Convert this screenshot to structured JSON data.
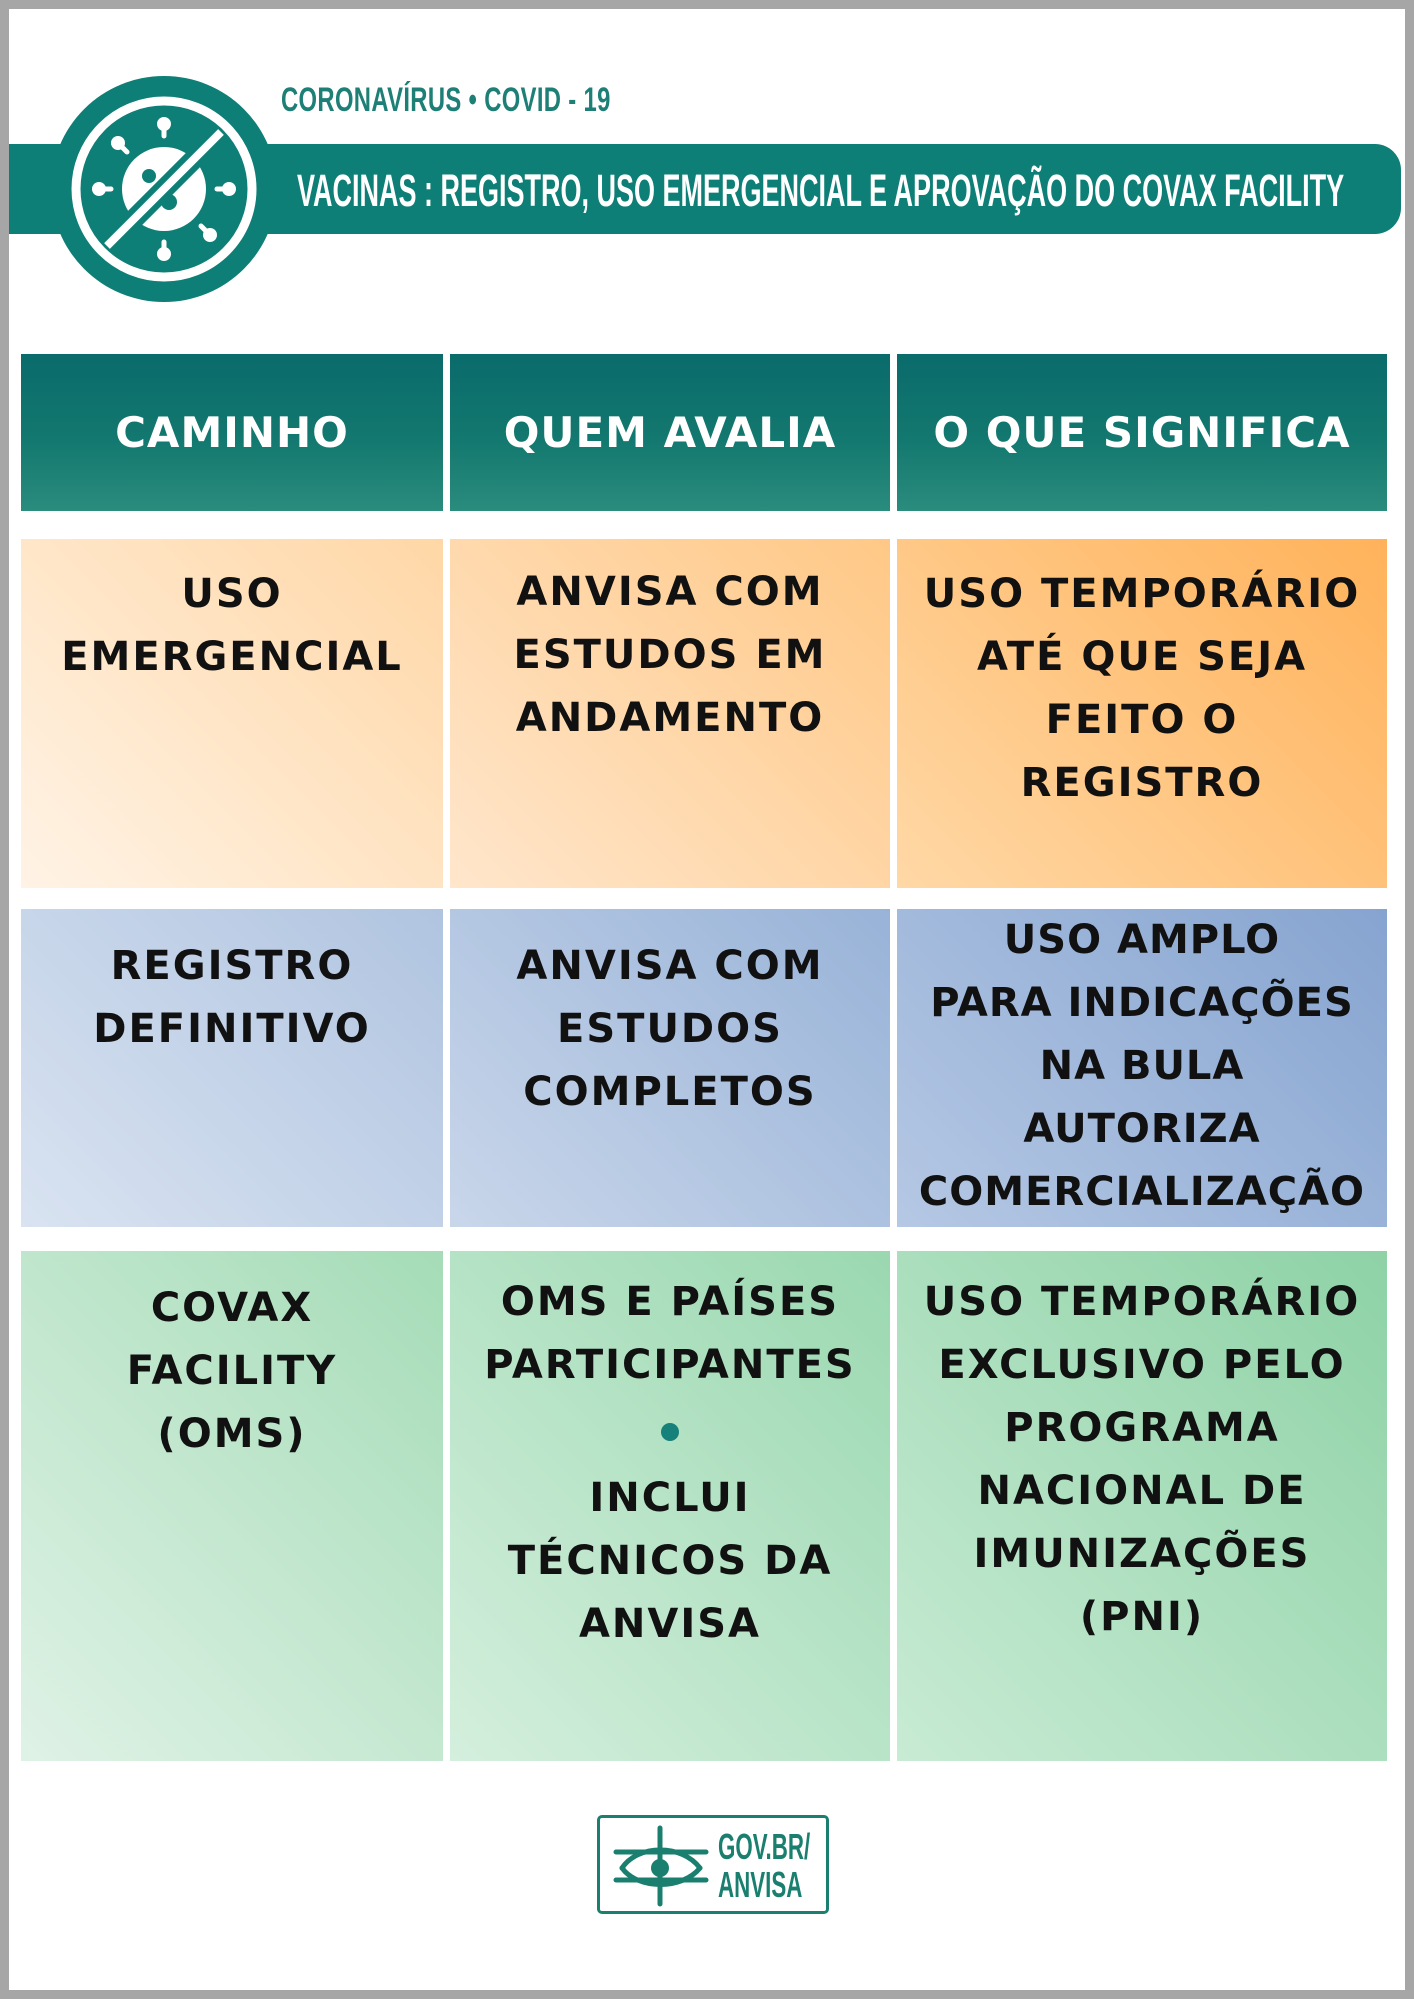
{
  "header": {
    "kicker": "CORONAVÍRUS • COVID - 19",
    "title": "VACINAS : REGISTRO, USO EMERGENCIAL E APROVAÇÃO DO COVAX FACILITY",
    "badge_icon": "no-virus-icon"
  },
  "table": {
    "columns": [
      "CAMINHO",
      "QUEM AVALIA",
      "O QUE SIGNIFICA"
    ],
    "rows": [
      {
        "caminho": "USO\nEMERGENCIAL",
        "quem_avalia": "ANVISA COM\nESTUDOS EM\nANDAMENTO",
        "significa": "USO TEMPORÁRIO\nATÉ QUE SEJA\nFEITO O\nREGISTRO"
      },
      {
        "caminho": "REGISTRO\nDEFINITIVO",
        "quem_avalia": "ANVISA COM\nESTUDOS\nCOMPLETOS",
        "significa": "USO AMPLO\nPARA INDICAÇÕES\nNA BULA\nAUTORIZA\nCOMERCIALIZAÇÃO"
      },
      {
        "caminho": "COVAX\nFACILITY\n(OMS)",
        "quem_avalia_a": "OMS E PAÍSES\nPARTICIPANTES",
        "quem_avalia_b": "INCLUI\nTÉCNICOS DA\nANVISA",
        "significa": "USO TEMPORÁRIO\nEXCLUSIVO PELO\nPROGRAMA\nNACIONAL DE\nIMUNIZAÇÕES\n(PNI)"
      }
    ],
    "colors": {
      "header": "#13786f",
      "row1": "#ffc886",
      "row2": "#98b3d8",
      "row3": "#9ad8b0"
    }
  },
  "footer": {
    "logo_line1": "GOV.BR/",
    "logo_line2": "ANVISA",
    "logo_icon": "anvisa-logo-icon"
  },
  "colors": {
    "brand": "#0e7f76",
    "kicker": "#1d7f76"
  }
}
